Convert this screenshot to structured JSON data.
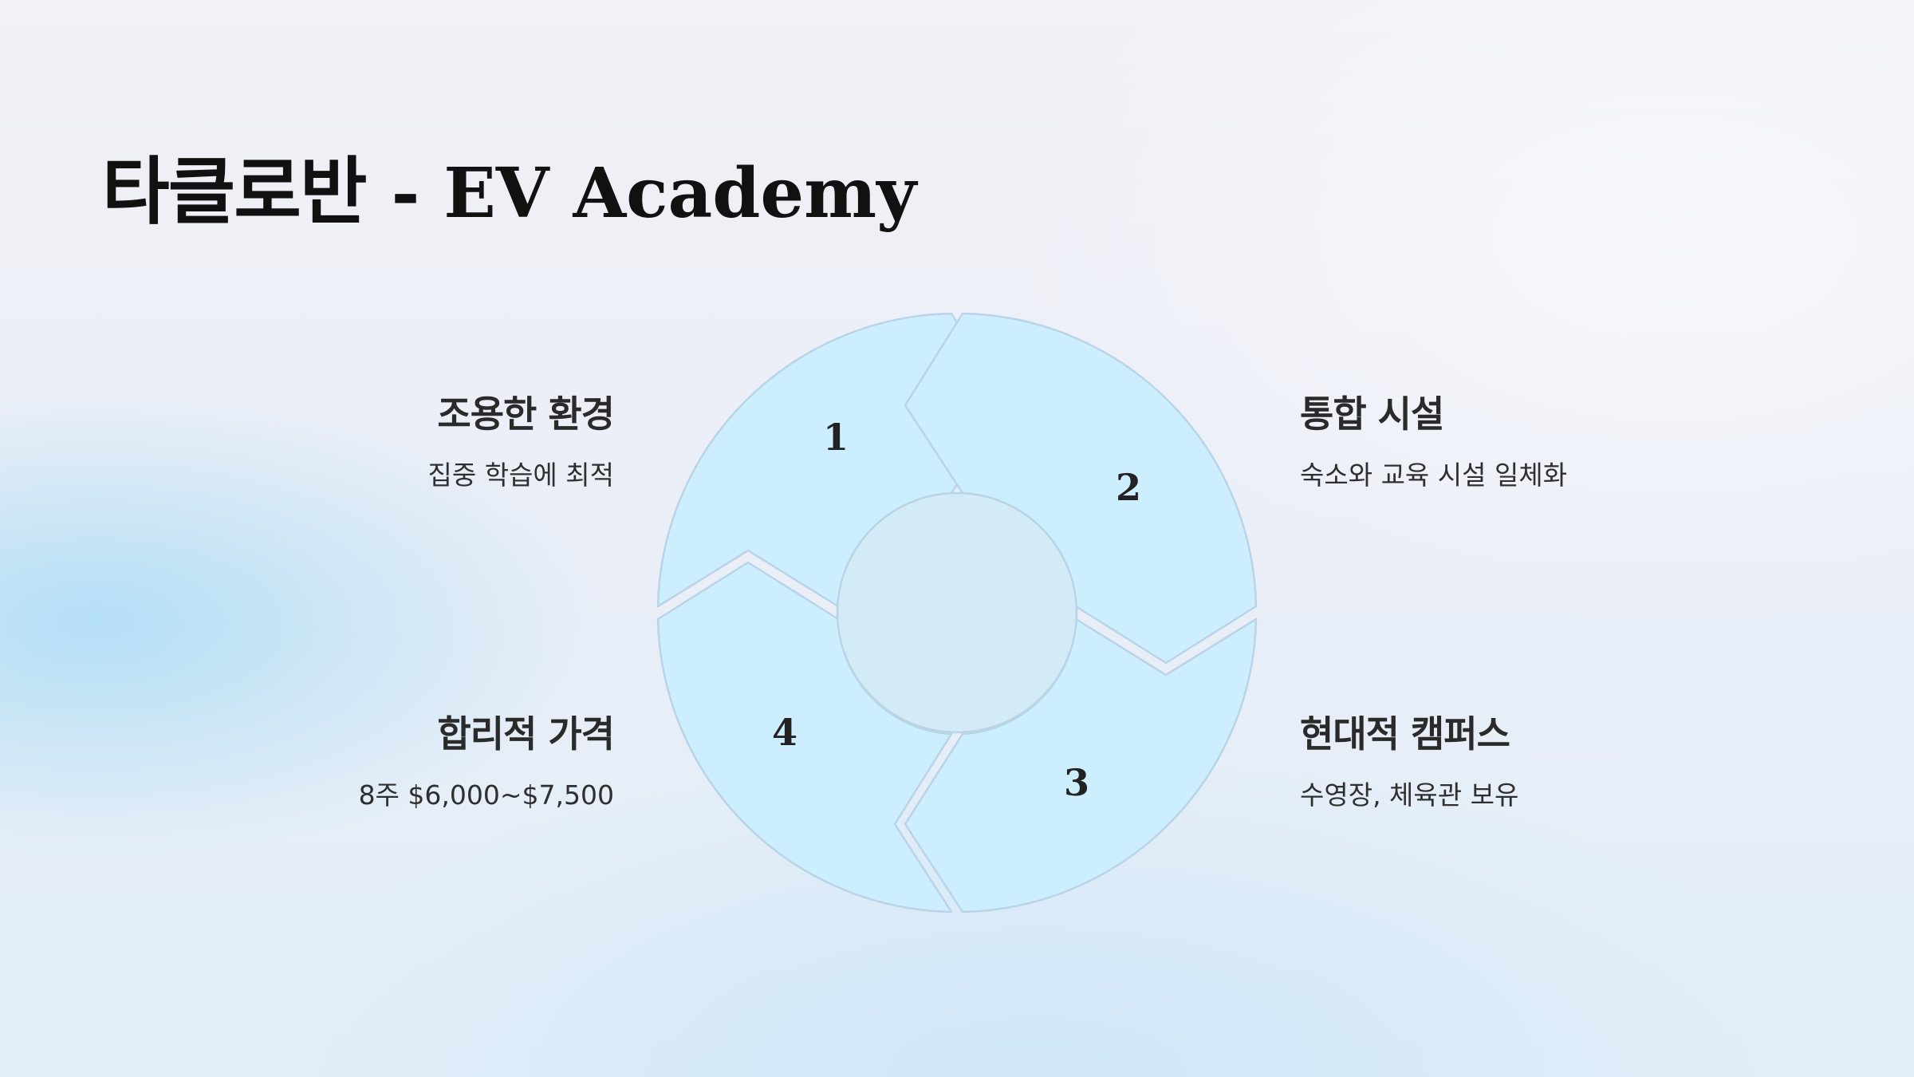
{
  "title": {
    "ko": "타클로반",
    "en": "- EV Academy"
  },
  "cycle": {
    "items": [
      {
        "number": "1",
        "heading": "조용한 환경",
        "text": "집중 학습에 최적"
      },
      {
        "number": "2",
        "heading": "통합 시설",
        "text": "숙소와 교육 시설 일체화"
      },
      {
        "number": "3",
        "heading": "현대적 캠퍼스",
        "text": "수영장, 체육관 보유"
      },
      {
        "number": "4",
        "heading": "합리적 가격",
        "text": "8주 $6,000~$7,500"
      }
    ]
  },
  "colors": {
    "segment_fill": "#cdeefe",
    "segment_stroke": "#b9d4e6",
    "title": "#111111",
    "text": "#2a2a2a"
  }
}
